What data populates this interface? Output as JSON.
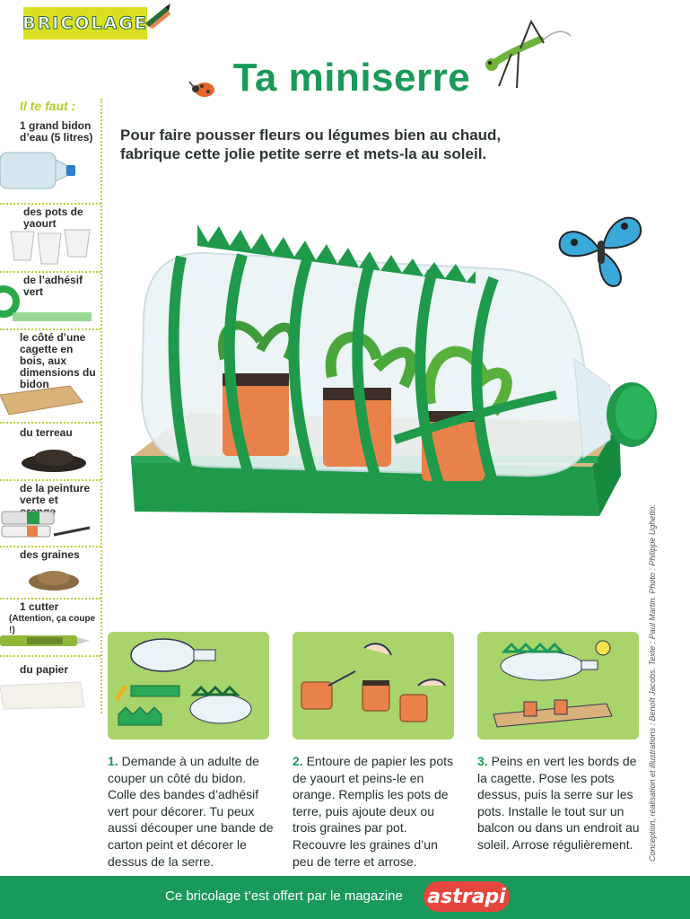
{
  "header": {
    "tag": "BRICOLAGE",
    "title": "Ta miniserre"
  },
  "intro": "Pour faire pousser fleurs ou légumes bien au chaud, fabrique cette jolie petite serre et mets-la au soleil.",
  "supplies": {
    "heading": "Il te faut :",
    "items": [
      {
        "label": "1 grand bidon d’eau (5 litres)"
      },
      {
        "label": "des pots de yaourt"
      },
      {
        "label": "de l’adhésif vert"
      },
      {
        "label": "le côté d’une cagette en bois, aux dimensions du bidon"
      },
      {
        "label": "du terreau"
      },
      {
        "label": "de la peinture verte et orange"
      },
      {
        "label": "des graines"
      },
      {
        "label": "1 cutter",
        "note": "(Attention, ça coupe !)"
      },
      {
        "label": "du papier"
      }
    ]
  },
  "steps": [
    {
      "num": "1.",
      "text": "Demande à un adulte de couper un côté du bidon. Colle des bandes d’adhésif vert pour décorer. Tu peux aussi découper une bande de carton peint et décorer le dessus de la serre."
    },
    {
      "num": "2.",
      "text": "Entoure de papier les pots de yaourt et peins-le en orange. Remplis les pots de terre, puis ajoute deux ou trois graines par pot. Recouvre les graines d’un peu de terre et arrose."
    },
    {
      "num": "3.",
      "text": "Peins en vert les bords de la cagette. Pose les pots dessus, puis la serre sur les pots. Installe le tout sur un balcon ou dans un endroit au soleil. Arrose régulièrement."
    }
  ],
  "credits": "Conception, réalisation et illustrations : Benoît Jacobs. Texte : Paul Martin. Photo : Philippe Ughetto.",
  "footer": {
    "text": "Ce bricolage t’est offert par le magazine",
    "logo": "astrapi"
  },
  "colors": {
    "accent_green": "#1a9a5a",
    "lime": "#d9e022",
    "orange": "#e8824a",
    "step_bg": "#a9d46b",
    "logo_red": "#e6463c"
  }
}
